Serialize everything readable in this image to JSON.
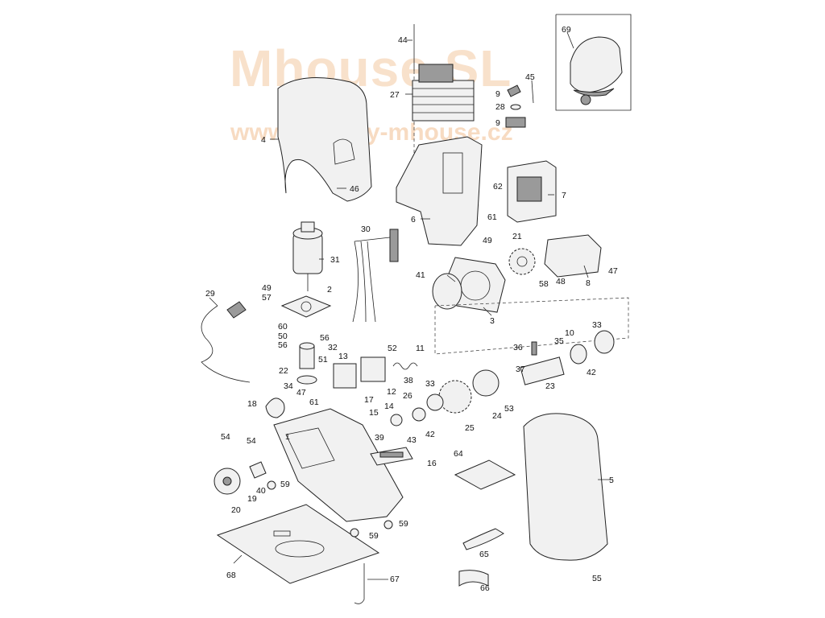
{
  "watermark": {
    "brand": "Mhouse SL",
    "url": "www.pohony-mhouse.cz"
  },
  "labels": [
    {
      "id": "44",
      "text": "44"
    },
    {
      "id": "27",
      "text": "27"
    },
    {
      "id": "4",
      "text": "4"
    },
    {
      "id": "46",
      "text": "46"
    },
    {
      "id": "9a",
      "text": "9"
    },
    {
      "id": "45",
      "text": "45"
    },
    {
      "id": "28",
      "text": "28"
    },
    {
      "id": "9b",
      "text": "9"
    },
    {
      "id": "69",
      "text": "69"
    },
    {
      "id": "62",
      "text": "62"
    },
    {
      "id": "7",
      "text": "7"
    },
    {
      "id": "6",
      "text": "6"
    },
    {
      "id": "61a",
      "text": "61"
    },
    {
      "id": "30",
      "text": "30"
    },
    {
      "id": "31",
      "text": "31"
    },
    {
      "id": "49a",
      "text": "49"
    },
    {
      "id": "21",
      "text": "21"
    },
    {
      "id": "47a",
      "text": "47"
    },
    {
      "id": "41",
      "text": "41"
    },
    {
      "id": "58",
      "text": "58"
    },
    {
      "id": "48",
      "text": "48"
    },
    {
      "id": "8",
      "text": "8"
    },
    {
      "id": "49b",
      "text": "49"
    },
    {
      "id": "57",
      "text": "57"
    },
    {
      "id": "2",
      "text": "2"
    },
    {
      "id": "29",
      "text": "29"
    },
    {
      "id": "3",
      "text": "3"
    },
    {
      "id": "60",
      "text": "60"
    },
    {
      "id": "50",
      "text": "50"
    },
    {
      "id": "56a",
      "text": "56"
    },
    {
      "id": "56b",
      "text": "56"
    },
    {
      "id": "10",
      "text": "10"
    },
    {
      "id": "33a",
      "text": "33"
    },
    {
      "id": "36",
      "text": "36"
    },
    {
      "id": "35",
      "text": "35"
    },
    {
      "id": "32",
      "text": "32"
    },
    {
      "id": "52",
      "text": "52"
    },
    {
      "id": "11",
      "text": "11"
    },
    {
      "id": "13",
      "text": "13"
    },
    {
      "id": "51",
      "text": "51"
    },
    {
      "id": "22",
      "text": "22"
    },
    {
      "id": "38",
      "text": "38"
    },
    {
      "id": "42a",
      "text": "42"
    },
    {
      "id": "37",
      "text": "37"
    },
    {
      "id": "12",
      "text": "12"
    },
    {
      "id": "34",
      "text": "34"
    },
    {
      "id": "33b",
      "text": "33"
    },
    {
      "id": "23",
      "text": "23"
    },
    {
      "id": "47b",
      "text": "47"
    },
    {
      "id": "17",
      "text": "17"
    },
    {
      "id": "26",
      "text": "26"
    },
    {
      "id": "18",
      "text": "18"
    },
    {
      "id": "61b",
      "text": "61"
    },
    {
      "id": "14",
      "text": "14"
    },
    {
      "id": "15",
      "text": "15"
    },
    {
      "id": "24",
      "text": "24"
    },
    {
      "id": "53",
      "text": "53"
    },
    {
      "id": "25",
      "text": "25"
    },
    {
      "id": "39",
      "text": "39"
    },
    {
      "id": "42b",
      "text": "42"
    },
    {
      "id": "1",
      "text": "1"
    },
    {
      "id": "43",
      "text": "43"
    },
    {
      "id": "54a",
      "text": "54"
    },
    {
      "id": "54b",
      "text": "54"
    },
    {
      "id": "16",
      "text": "16"
    },
    {
      "id": "64",
      "text": "64"
    },
    {
      "id": "5",
      "text": "5"
    },
    {
      "id": "40",
      "text": "40"
    },
    {
      "id": "59a",
      "text": "59"
    },
    {
      "id": "19",
      "text": "19"
    },
    {
      "id": "20",
      "text": "20"
    },
    {
      "id": "59b",
      "text": "59"
    },
    {
      "id": "59c",
      "text": "59"
    },
    {
      "id": "65",
      "text": "65"
    },
    {
      "id": "68",
      "text": "68"
    },
    {
      "id": "67",
      "text": "67"
    },
    {
      "id": "66",
      "text": "66"
    },
    {
      "id": "55",
      "text": "55"
    }
  ]
}
